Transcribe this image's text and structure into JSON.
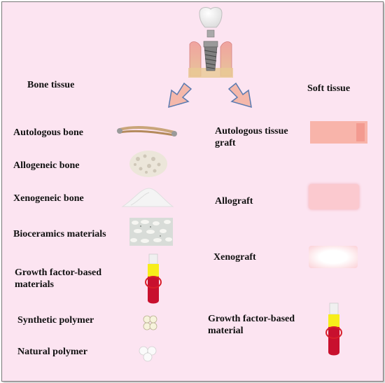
{
  "headers": {
    "bone_tissue": "Bone tissue",
    "soft_tissue": "Soft tissue"
  },
  "bone_items": [
    "Autologous bone",
    "Allogeneic bone",
    "Xenogeneic bone",
    "Bioceramics materials",
    "Growth factor-based materials",
    "Synthetic polymer",
    "Natural polymer"
  ],
  "soft_items": [
    "Autologous tissue graft",
    "Allograft",
    "Xenograft",
    "Growth factor-based material"
  ],
  "colors": {
    "background": "#fce4f1",
    "arrow_fill": "#f4b8ab",
    "arrow_stroke": "#5a7ab0",
    "tube_red": "#c8102e",
    "tube_yellow": "#f7ee1a"
  },
  "icons": {
    "implant": "dental-implant-icon",
    "arrow": "down-arrow-icon",
    "tube": "growth-factor-tube-icon"
  }
}
